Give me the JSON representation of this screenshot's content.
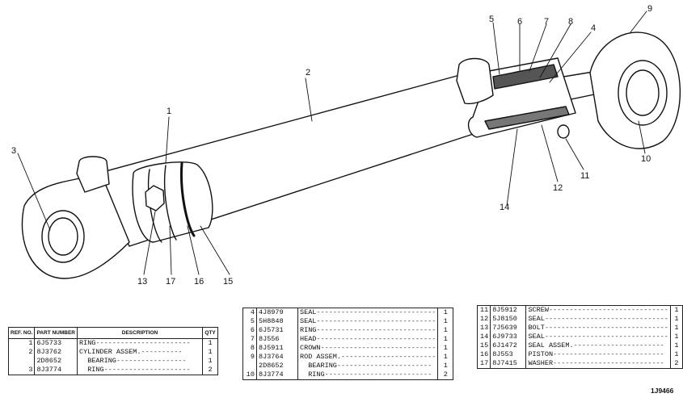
{
  "callouts": [
    "1",
    "2",
    "3",
    "4",
    "5",
    "6",
    "7",
    "8",
    "9",
    "10",
    "11",
    "12",
    "13",
    "14",
    "15",
    "16",
    "17"
  ],
  "table_headers": {
    "ref_no": "REF. NO.",
    "part_number": "PART NUMBER",
    "description": "DESCRIPTION",
    "qty": "QTY"
  },
  "table1": [
    {
      "ref": "1",
      "part": "6J5733",
      "desc": "RING",
      "qty": "1"
    },
    {
      "ref": "2",
      "part": "8J3762",
      "desc": "CYLINDER ASSEM.",
      "qty": "1"
    },
    {
      "ref": "",
      "part": "2D8652",
      "desc": "BEARING",
      "qty": "1"
    },
    {
      "ref": "3",
      "part": "8J3774",
      "desc": "RING",
      "qty": "2"
    }
  ],
  "table2": [
    {
      "ref": "4",
      "part": "4J8979",
      "desc": "SEAL",
      "qty": "1"
    },
    {
      "ref": "5",
      "part": "5H8848",
      "desc": "SEAL",
      "qty": "1"
    },
    {
      "ref": "6",
      "part": "6J5731",
      "desc": "RING",
      "qty": "1"
    },
    {
      "ref": "7",
      "part": "8J556",
      "desc": "HEAD",
      "qty": "1"
    },
    {
      "ref": "8",
      "part": "8J5911",
      "desc": "CROWN",
      "qty": "1"
    },
    {
      "ref": "9",
      "part": "8J3764",
      "desc": "ROD ASSEM.",
      "qty": "1"
    },
    {
      "ref": "",
      "part": "2D8652",
      "desc": "BEARING",
      "qty": "1"
    },
    {
      "ref": "10",
      "part": "8J3774",
      "desc": "RING",
      "qty": "2"
    }
  ],
  "table3": [
    {
      "ref": "11",
      "part": "8J5912",
      "desc": "SCREW",
      "qty": "1"
    },
    {
      "ref": "12",
      "part": "5J8150",
      "desc": "SEAL",
      "qty": "1"
    },
    {
      "ref": "13",
      "part": "7J5639",
      "desc": "BOLT",
      "qty": "1"
    },
    {
      "ref": "14",
      "part": "6J9733",
      "desc": "SEAL",
      "qty": "1"
    },
    {
      "ref": "15",
      "part": "6J1472",
      "desc": "SEAL ASSEM.",
      "qty": "1"
    },
    {
      "ref": "16",
      "part": "8J553",
      "desc": "PISTON",
      "qty": "1"
    },
    {
      "ref": "17",
      "part": "8J7415",
      "desc": "WASHER",
      "qty": "2"
    }
  ],
  "drawing_id": "1J9466"
}
